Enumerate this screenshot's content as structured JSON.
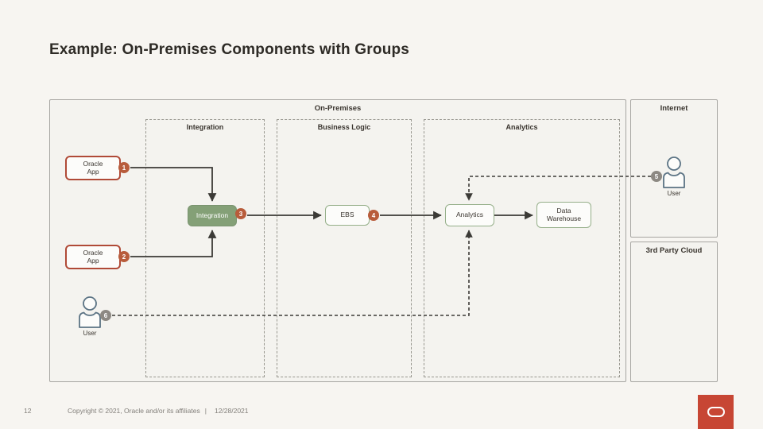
{
  "slide": {
    "title": "Example: On-Premises Components with Groups",
    "footer": {
      "page_number": "12",
      "copyright": "Copyright © 2021, Oracle and/or its affiliates",
      "separator": "|",
      "date": "12/28/2021"
    }
  },
  "diagram": {
    "containers": {
      "on_premises": {
        "label": "On-Premises"
      },
      "internet": {
        "label": "Internet"
      },
      "third_party_cloud": {
        "label": "3rd Party Cloud"
      }
    },
    "groups": {
      "integration": {
        "label": "Integration"
      },
      "business_logic": {
        "label": "Business Logic"
      },
      "analytics": {
        "label": "Analytics"
      }
    },
    "nodes": {
      "oracle_app_1": {
        "label": "Oracle App"
      },
      "oracle_app_2": {
        "label": "Oracle App"
      },
      "integration": {
        "label": "Integration"
      },
      "ebs": {
        "label": "EBS"
      },
      "analytics": {
        "label": "Analytics"
      },
      "data_warehouse": {
        "label": "Data Warehouse"
      },
      "user_internet": {
        "label": "User"
      },
      "user_on_prem": {
        "label": "User"
      }
    },
    "badges": {
      "b1": "1",
      "b2": "2",
      "b3": "3",
      "b4": "4",
      "b5": "5",
      "b6": "6"
    },
    "colors": {
      "accent_red": "#C74634",
      "badge_orange": "#B85C3B",
      "badge_gray": "#8D8983",
      "node_green_fill": "#84A077",
      "node_green_border": "#95AF89",
      "node_red_border": "#B04A37",
      "connector": "#3B3A36",
      "user_icon_stroke": "#5B7384"
    }
  }
}
